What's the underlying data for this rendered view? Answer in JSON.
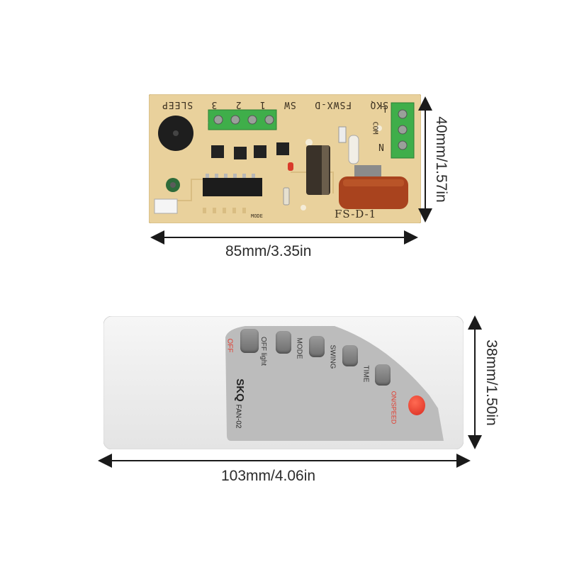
{
  "board": {
    "top_silkscreen": [
      "SLEEP",
      "3",
      "2",
      "1",
      "SW",
      "FSWX-D",
      "SKQ"
    ],
    "right_silkscreen": [
      "L",
      "COM",
      "N"
    ],
    "model_label": "FS-D-1",
    "bottom_silkscreen": [
      "MODE"
    ],
    "width_label": "85mm/3.35in",
    "height_label": "40mm/1.57in"
  },
  "remote": {
    "brand": "SKQ",
    "model": "FAN-02",
    "buttons": [
      {
        "label": "OFF",
        "color": "#e23b2e"
      },
      {
        "label": "OFF light",
        "color": "#333333"
      },
      {
        "label": "MODE",
        "color": "#333333"
      },
      {
        "label": "SWING",
        "color": "#333333"
      },
      {
        "label": "TIME",
        "color": "#333333"
      },
      {
        "label": "ON/SPEED",
        "color": "#e23b2e"
      }
    ],
    "width_label": "103mm/4.06in",
    "height_label": "38mm/1.50in"
  },
  "colors": {
    "pcb": "#e8cf9a",
    "terminal": "#3fae4a",
    "panel": "#bdbdbd",
    "power_button": "#e8352b",
    "gray_button": "#7f7f7f"
  }
}
